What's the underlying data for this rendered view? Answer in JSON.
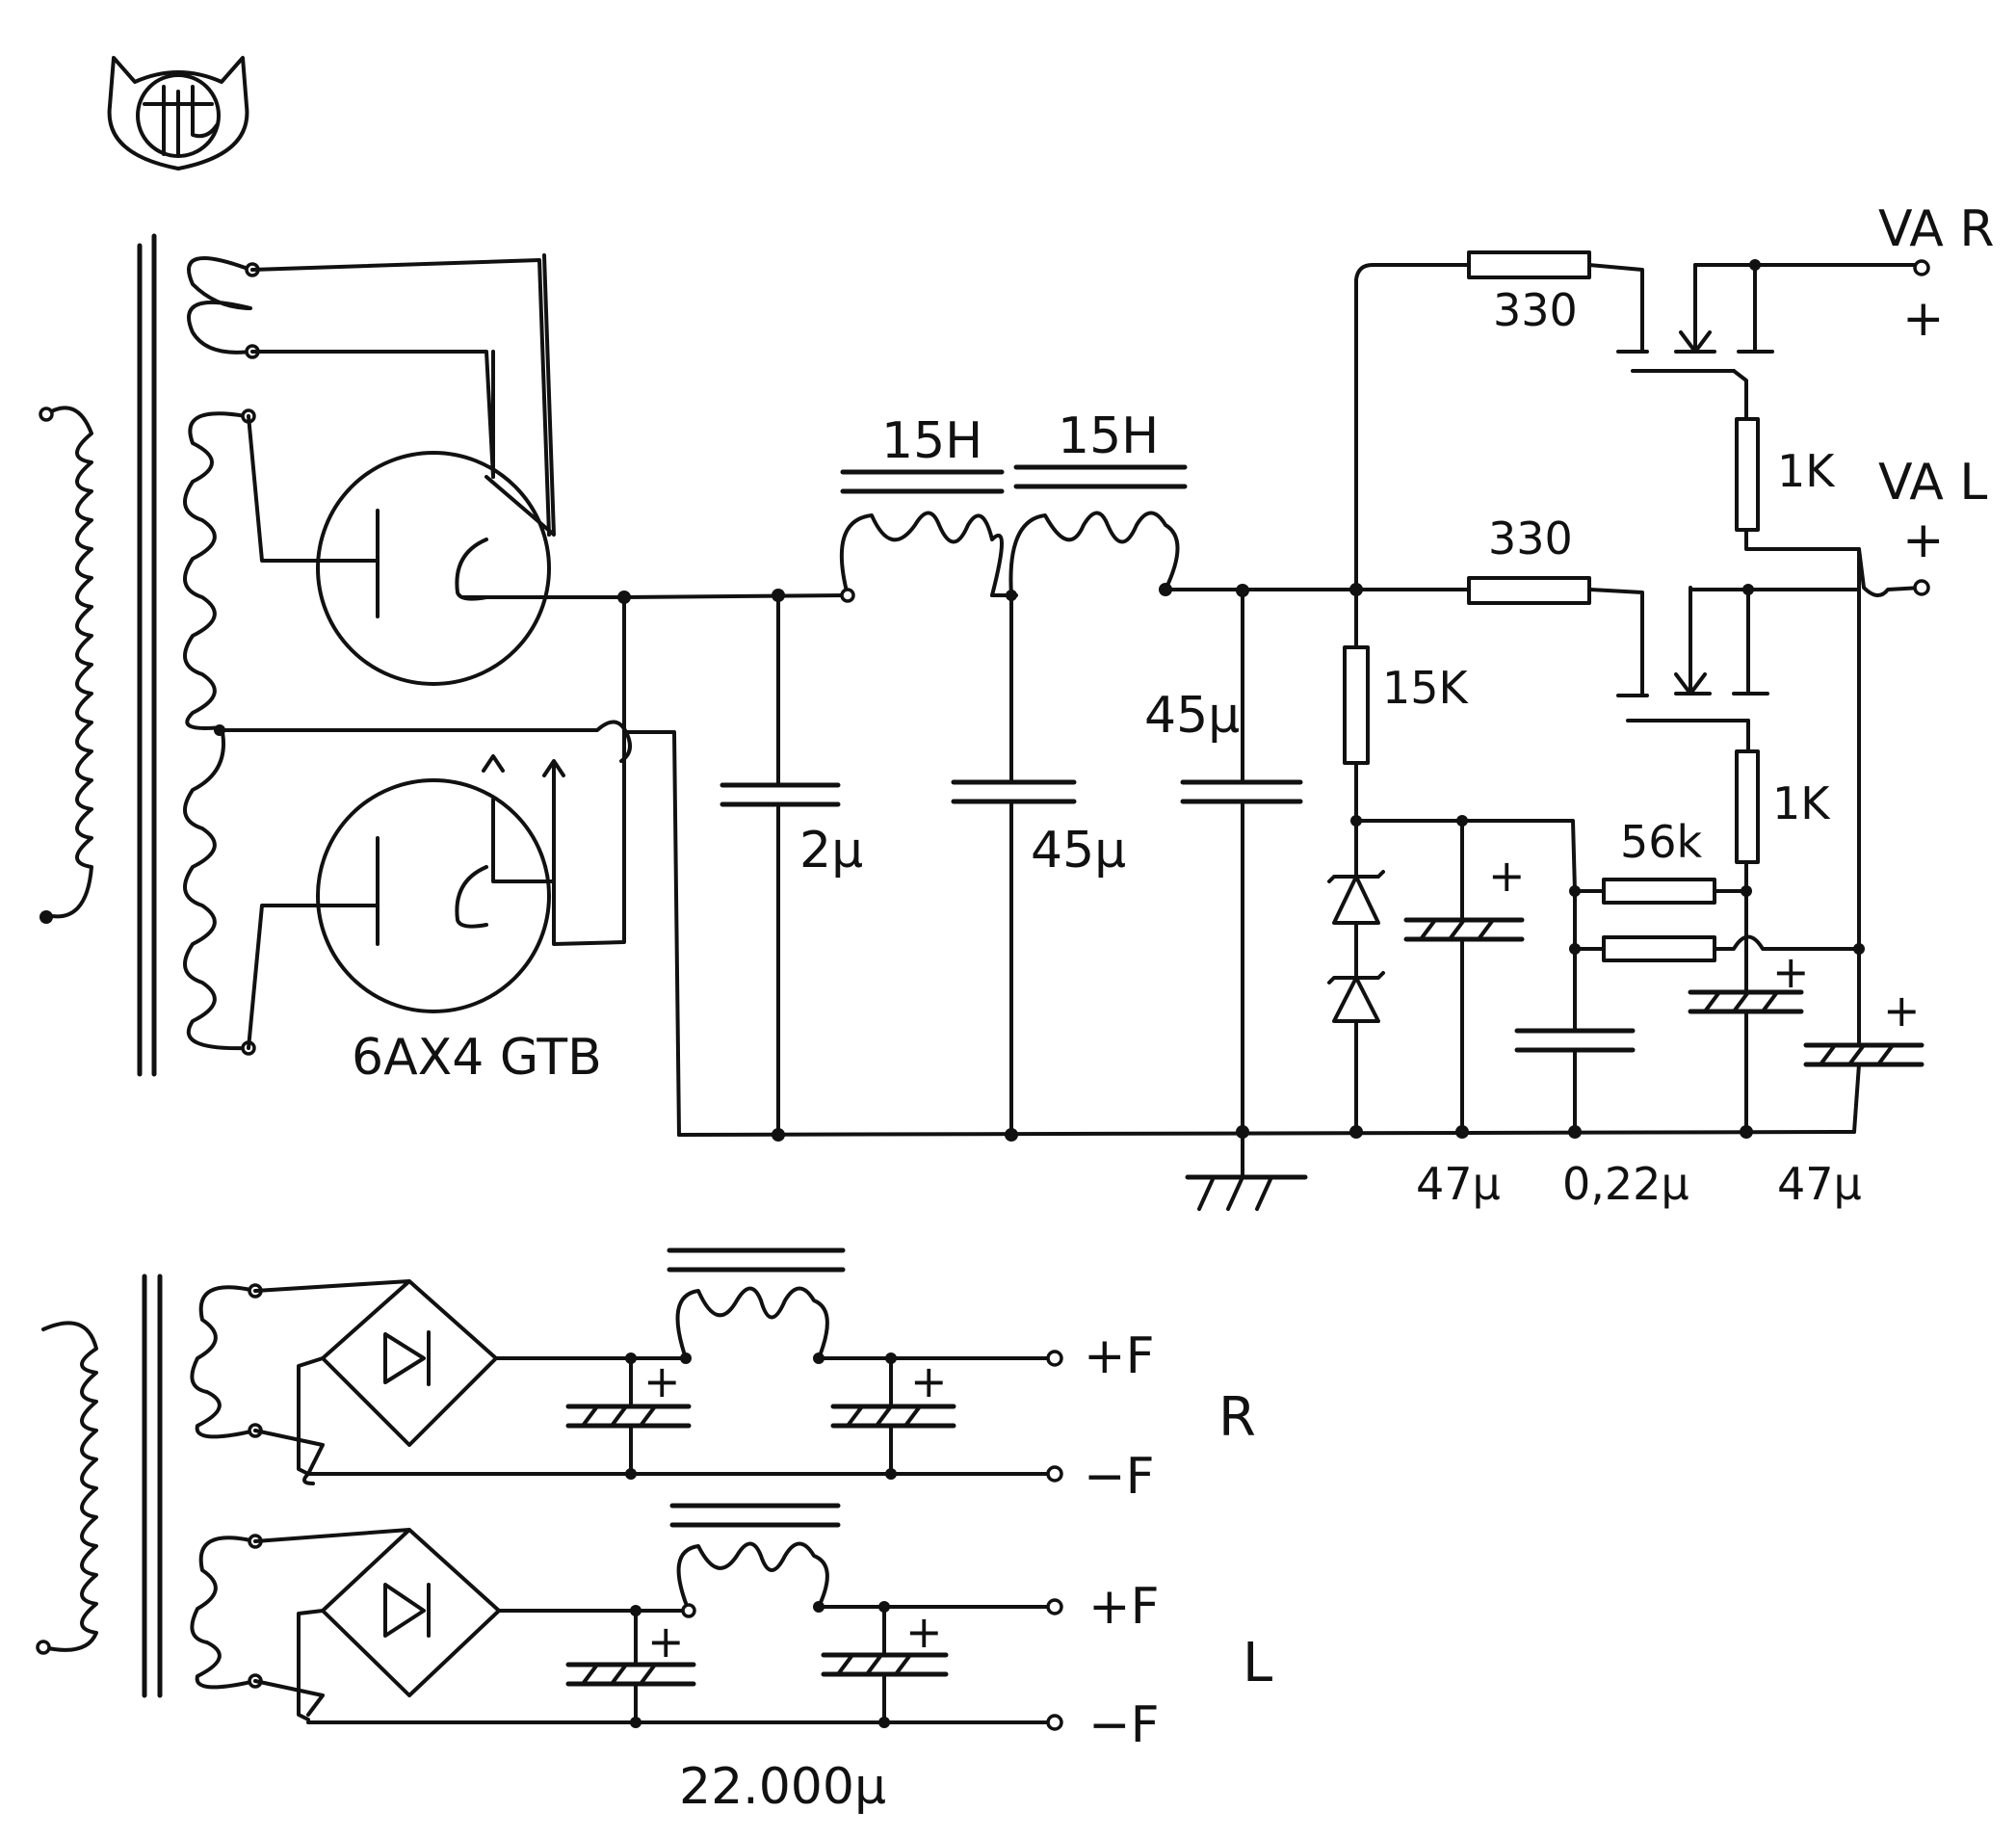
{
  "labels": {
    "choke1": "15H",
    "choke2": "15H",
    "tube": "6AX4 GTB",
    "cap_2u": "2μ",
    "cap_45u_a": "45μ",
    "cap_45u_b": "45μ",
    "res_15k": "15K",
    "res_330_top": "330",
    "res_330_mid": "330",
    "res_1k_top": "1K",
    "res_1k_bot": "1K",
    "res_56k": "56k",
    "cap_47u_a": "47μ",
    "cap_022u": "0,22μ",
    "cap_47u_b": "47μ",
    "out_var": "VA R",
    "out_var_plus": "+",
    "out_val": "VA L",
    "out_val_plus": "+",
    "cap_22000u": "22.000μ",
    "heater_r_pos": "+F",
    "heater_r_neg": "−F",
    "heater_l_pos": "+F",
    "heater_l_neg": "−F",
    "channel_r": "R",
    "channel_l": "L",
    "plus_sign": "+"
  },
  "colors": {
    "ink": "#111111",
    "paper": "#ffffff"
  },
  "icons": {
    "logo": "cat-head-logo"
  }
}
